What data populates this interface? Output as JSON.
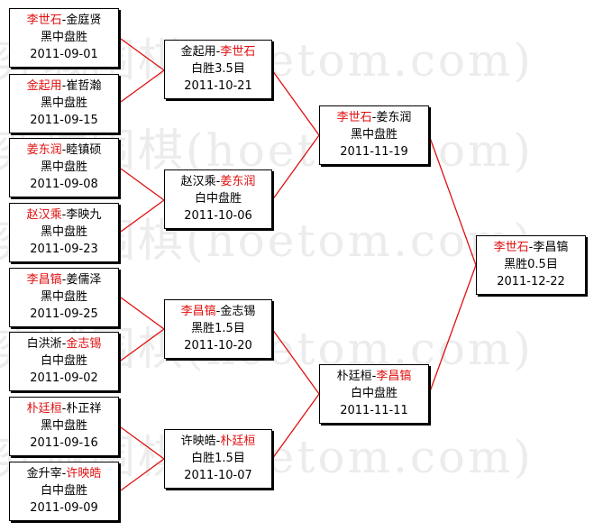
{
  "watermark": "弈城围棋(hoetom.com)",
  "colors": {
    "winner": "#e01010",
    "line": "#e01010",
    "text": "#000000"
  },
  "bracket": {
    "round1": [
      {
        "p1": "李世石",
        "p2": "金庭贤",
        "winner": 1,
        "result": "黑中盘胜",
        "date": "2011-09-01"
      },
      {
        "p1": "金起用",
        "p2": "崔哲瀚",
        "winner": 1,
        "result": "黑中盘胜",
        "date": "2011-09-15"
      },
      {
        "p1": "姜东润",
        "p2": "睦镇硕",
        "winner": 1,
        "result": "黑中盘胜",
        "date": "2011-09-08"
      },
      {
        "p1": "赵汉乘",
        "p2": "李映九",
        "winner": 1,
        "result": "黑中盘胜",
        "date": "2011-09-23"
      },
      {
        "p1": "李昌镐",
        "p2": "姜儒泽",
        "winner": 1,
        "result": "黑中盘胜",
        "date": "2011-09-25"
      },
      {
        "p1": "白洪淅",
        "p2": "金志锡",
        "winner": 2,
        "result": "白中盘胜",
        "date": "2011-09-02"
      },
      {
        "p1": "朴廷桓",
        "p2": "朴正祥",
        "winner": 1,
        "result": "黑中盘胜",
        "date": "2011-09-16"
      },
      {
        "p1": "金升宰",
        "p2": "许映皓",
        "winner": 2,
        "result": "白中盘胜",
        "date": "2011-09-09"
      }
    ],
    "round2": [
      {
        "p1": "金起用",
        "p2": "李世石",
        "winner": 2,
        "result": "白胜3.5目",
        "date": "2011-10-21"
      },
      {
        "p1": "赵汉乘",
        "p2": "姜东润",
        "winner": 2,
        "result": "白中盘胜",
        "date": "2011-10-06"
      },
      {
        "p1": "李昌镐",
        "p2": "金志锡",
        "winner": 1,
        "result": "黑胜1.5目",
        "date": "2011-10-20"
      },
      {
        "p1": "许映皓",
        "p2": "朴廷桓",
        "winner": 2,
        "result": "白胜1.5目",
        "date": "2011-10-07"
      }
    ],
    "round3": [
      {
        "p1": "李世石",
        "p2": "姜东润",
        "winner": 1,
        "result": "黑中盘胜",
        "date": "2011-11-19"
      },
      {
        "p1": "朴廷桓",
        "p2": "李昌镐",
        "winner": 2,
        "result": "白中盘胜",
        "date": "2011-11-11"
      }
    ],
    "final": [
      {
        "p1": "李世石",
        "p2": "李昌镐",
        "winner": 1,
        "result": "黑胜0.5目",
        "date": "2011-12-22"
      }
    ]
  }
}
